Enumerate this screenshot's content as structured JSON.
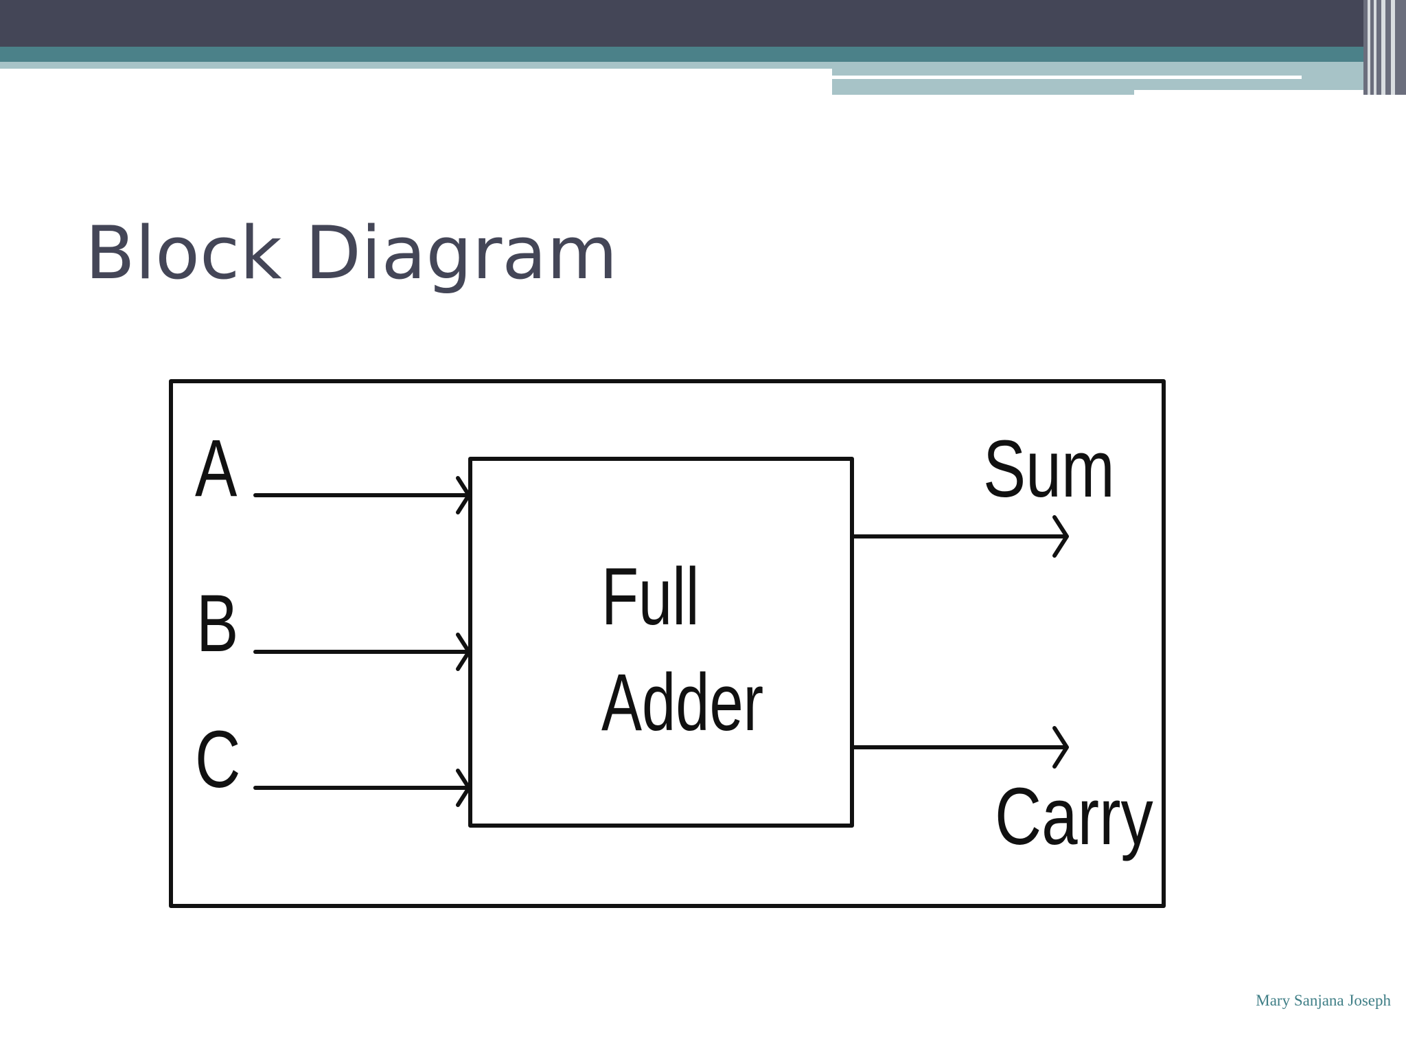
{
  "slide": {
    "title": "Block Diagram",
    "footer": "Mary Sanjana Joseph"
  },
  "diagram": {
    "inputs": [
      "A",
      "B",
      "C"
    ],
    "block": [
      "Full",
      "Adder"
    ],
    "outputs": [
      "Sum",
      "Carry"
    ]
  },
  "colors": {
    "header_dark": "#444657",
    "header_teal": "#4b8189",
    "header_light": "#a7c3c7",
    "title": "#444657",
    "footer": "#3f7e86",
    "diagram_stroke": "#111111"
  }
}
